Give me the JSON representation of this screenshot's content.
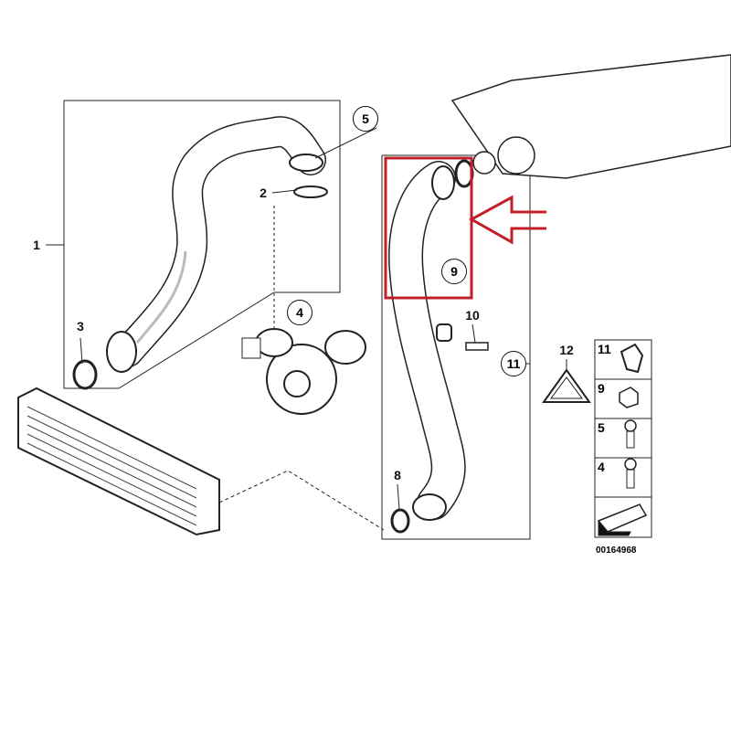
{
  "callouts": {
    "p1": "1",
    "p2": "2",
    "p3": "3",
    "p4": "4",
    "p5": "5",
    "p8": "8",
    "p9": "9",
    "p10": "10",
    "p11": "11",
    "p12": "12"
  },
  "legend": {
    "items": [
      {
        "number": "11",
        "part": "clip-bracket"
      },
      {
        "number": "9",
        "part": "clip-nut"
      },
      {
        "number": "5",
        "part": "hex-bolt"
      },
      {
        "number": "4",
        "part": "socket-bolt"
      }
    ]
  },
  "diagram_number": "00164968",
  "colors": {
    "highlight": "#c0202a",
    "line": "#111111"
  }
}
